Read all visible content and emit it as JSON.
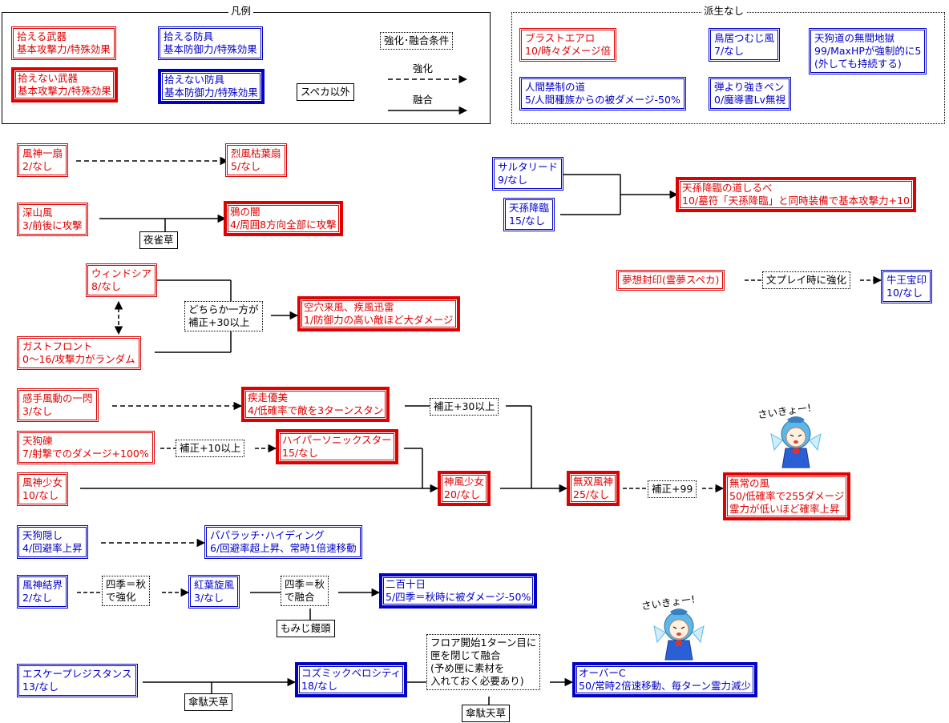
{
  "legend": {
    "title": "凡例",
    "pickable_weapon": {
      "line1": "拾える武器",
      "line2": "基本攻撃力/特殊効果"
    },
    "unpickable_weapon": {
      "line1": "拾えない武器",
      "line2": "基本攻撃力/特殊効果"
    },
    "pickable_armor": {
      "line1": "拾える防具",
      "line2": "基本防御力/特殊効果"
    },
    "unpickable_armor": {
      "line1": "拾えない防具",
      "line2": "基本防御力/特殊効果"
    },
    "condition": "強化･融合条件",
    "non_spell": "スペカ以外",
    "strengthen": "強化",
    "fusion": "融合"
  },
  "no_derivation": {
    "title": "派生なし",
    "blast_aero": {
      "line1": "ブラストエアロ",
      "line2": "10/時々ダメージ倍"
    },
    "torii": {
      "line1": "鳥居つむじ風",
      "line2": "7/なし"
    },
    "tengu_hell": {
      "line1": "天狗道の無間地獄",
      "line2": "99/MaxHPが強制的に5",
      "line3": "(外しても持続する)"
    },
    "human_ban": {
      "line1": "人間禁制の道",
      "line2": "5/人間種族からの被ダメージ-50%"
    },
    "pen": {
      "line1": "弾より強きペン",
      "line2": "0/魔導書Lv無視"
    }
  },
  "items": {
    "fujin_issen": {
      "line1": "風神一扇",
      "line2": "2/なし"
    },
    "reppu": {
      "line1": "烈風枯葉扇",
      "line2": "5/なし"
    },
    "shinzan": {
      "line1": "深山風",
      "line2": "3/前後に攻撃"
    },
    "karasu": {
      "line1": "鴉の闇",
      "line2": "4/周囲8方向全部に攻撃"
    },
    "wind_sea": {
      "line1": "ウィンドシア",
      "line2": "8/なし"
    },
    "gust_front": {
      "line1": "ガストフロント",
      "line2": "0～16/攻撃力がランダム"
    },
    "kuketsu": {
      "line1": "空穴来風、疾風迅雷",
      "line2": "1/防御力の高い敵ほど大ダメージ"
    },
    "sarutaride": {
      "line1": "サルタリード",
      "line2": "9/なし"
    },
    "tenson_korin": {
      "line1": "天孫降臨",
      "line2": "15/なし"
    },
    "tenson_michi": {
      "line1": "天孫降臨の道しるべ",
      "line2": "10/墓符「天孫降臨」と同時装備で基本攻撃力+10"
    },
    "muso_fuin": {
      "line1": "夢想封印(霊夢スペカ)"
    },
    "goou": {
      "line1": "牛王宝印",
      "line2": "10/なし"
    },
    "kanshu": {
      "line1": "感手風動の一閃",
      "line2": "3/なし"
    },
    "shisso": {
      "line1": "疾走優美",
      "line2": "4/低確率で敵を3ターンスタン"
    },
    "tengu_tsubute": {
      "line1": "天狗礫",
      "line2": "7/射撃でのダメージ+100%"
    },
    "hypersonic": {
      "line1": "ハイパーソニックスター",
      "line2": "15/なし"
    },
    "fujin_shojo": {
      "line1": "風神少女",
      "line2": "10/なし"
    },
    "shinpu_shojo": {
      "line1": "神風少女",
      "line2": "20/なし"
    },
    "muso_fujin": {
      "line1": "無双風神",
      "line2": "25/なし"
    },
    "mujo": {
      "line1": "無常の風",
      "line2": "50/低確率で255ダメージ",
      "line3": "霊力が低いほど確率上昇"
    },
    "tengu_kakushi": {
      "line1": "天狗隠し",
      "line2": "4/回避率上昇"
    },
    "paparazzi": {
      "line1": "パパラッチ･ハイディング",
      "line2": "6/回避率超上昇、常時1倍速移動"
    },
    "fujin_kekkai": {
      "line1": "風神結界",
      "line2": "2/なし"
    },
    "koyo": {
      "line1": "紅葉旋風",
      "line2": "3/なし"
    },
    "nihyaku": {
      "line1": "二百十日",
      "line2": "5/四季＝秋時に被ダメージ-50%"
    },
    "escape": {
      "line1": "エスケープレジスタンス",
      "line2": "13/なし"
    },
    "cosmic": {
      "line1": "コズミックベロシティ",
      "line2": "18/なし"
    },
    "over_c": {
      "line1": "オーバーC",
      "line2": "50/常時2倍速移動、毎ターン霊力減少"
    }
  },
  "materials": {
    "yasuzaku": "夜雀草",
    "momiji": "もみじ饅頭",
    "karakasa1": "傘駄天草",
    "karakasa2": "傘駄天草"
  },
  "conditions": {
    "either": {
      "line1": "どちらか一方が",
      "line2": "補正+30以上"
    },
    "replay": "文プレイ時に強化",
    "hosei30": "補正+30以上",
    "hosei10": "補正+10以上",
    "hosei99": "補正+99",
    "autumn_str": {
      "line1": "四季＝秋",
      "line2": "で強化"
    },
    "autumn_fuse": {
      "line1": "四季＝秋",
      "line2": "で融合"
    },
    "floor": {
      "line1": "フロア開始1ターン目に",
      "line2": "匣を閉じて融合",
      "line3": "(予め匣に素材を",
      "line4": "入れておく必要あり)"
    }
  },
  "shouts": {
    "s1": "さいきょー!",
    "s2": "さいきょー!"
  },
  "colors": {
    "red": "#e00000",
    "blue": "#0000c8",
    "cirno_blue": "#2a5fd6",
    "cirno_hair": "#5bb8e8"
  }
}
